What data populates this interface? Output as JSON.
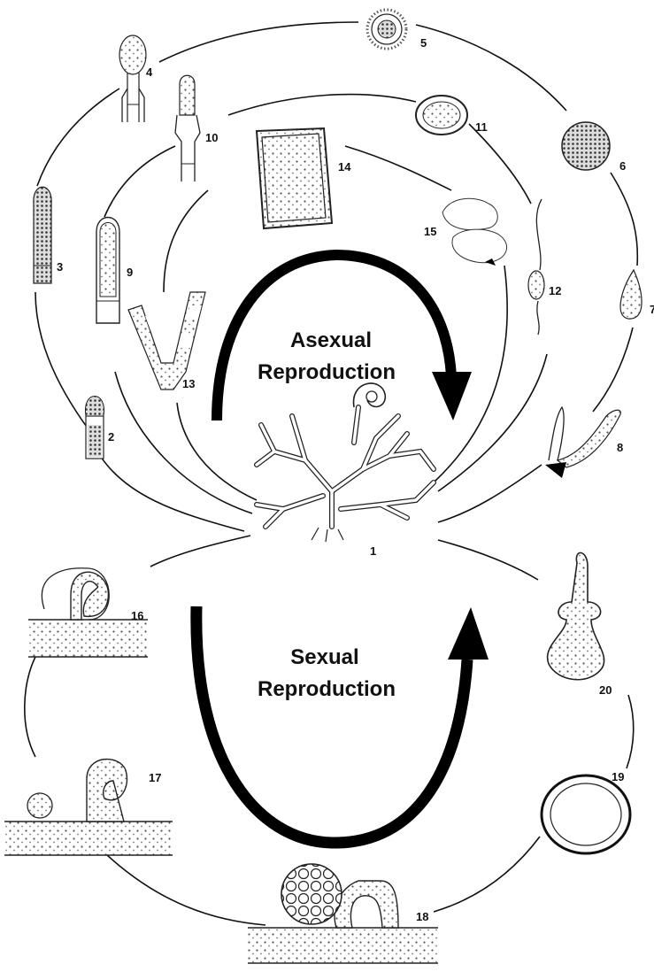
{
  "diagram": {
    "asexual_title_line1": "Asexual",
    "asexual_title_line2": "Reproduction",
    "sexual_title_line1": "Sexual",
    "sexual_title_line2": "Reproduction",
    "stages": [
      {
        "n": "1"
      },
      {
        "n": "2"
      },
      {
        "n": "3"
      },
      {
        "n": "4"
      },
      {
        "n": "5"
      },
      {
        "n": "6"
      },
      {
        "n": "7"
      },
      {
        "n": "8"
      },
      {
        "n": "9"
      },
      {
        "n": "10"
      },
      {
        "n": "11"
      },
      {
        "n": "12"
      },
      {
        "n": "13"
      },
      {
        "n": "14"
      },
      {
        "n": "15"
      },
      {
        "n": "16"
      },
      {
        "n": "17"
      },
      {
        "n": "18"
      },
      {
        "n": "19"
      },
      {
        "n": "20"
      }
    ]
  }
}
